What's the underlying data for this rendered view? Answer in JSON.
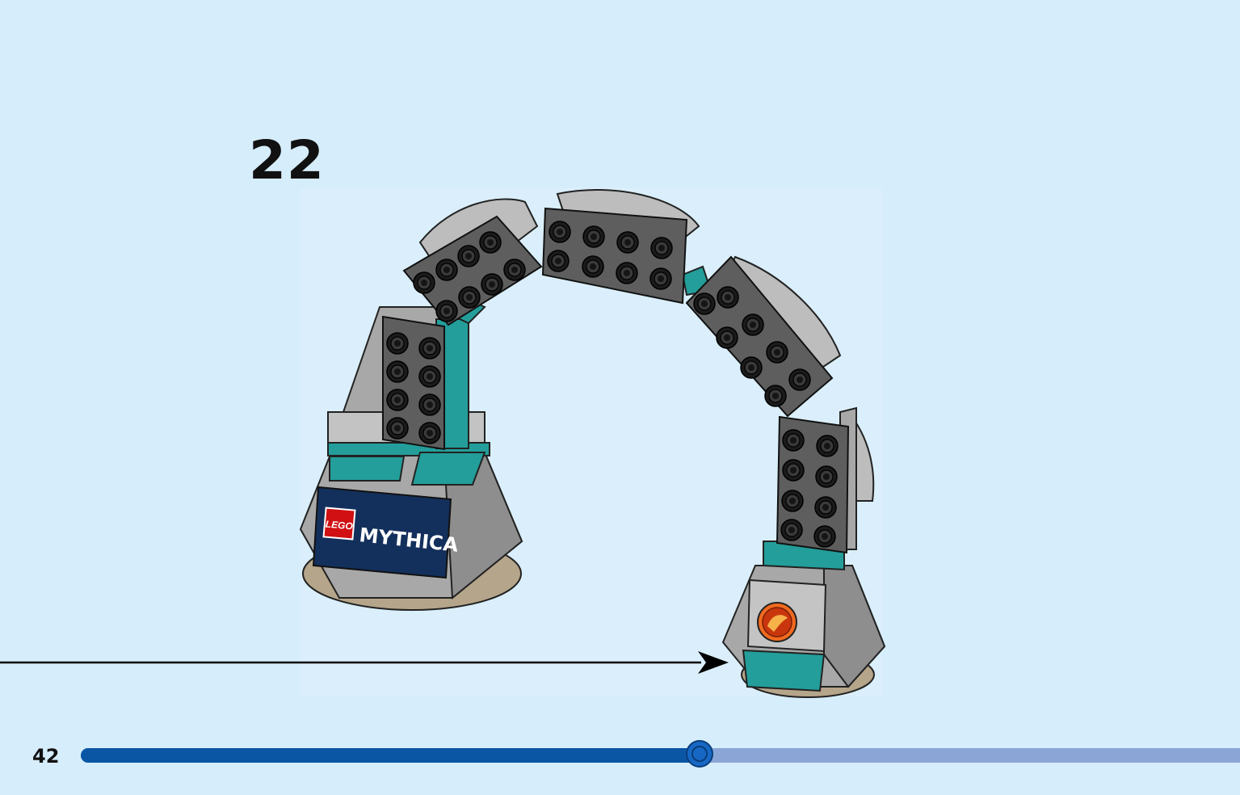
{
  "step": {
    "number": "22"
  },
  "brick_logo": {
    "brand": "LEGO",
    "title": "MYTHICA"
  },
  "footer": {
    "page_number": "42"
  },
  "progress": {
    "fraction": 0.535
  },
  "colors": {
    "background": "#d6edfb",
    "brick_grey": "#a8a8a8",
    "brick_dark": "#5a5a5a",
    "teal": "#239e9a",
    "tan": "#b5a58a",
    "navy": "#13305c",
    "lego_red": "#d01012",
    "progress_fill": "#0a56a5",
    "progress_track": "#8ba6d6"
  }
}
